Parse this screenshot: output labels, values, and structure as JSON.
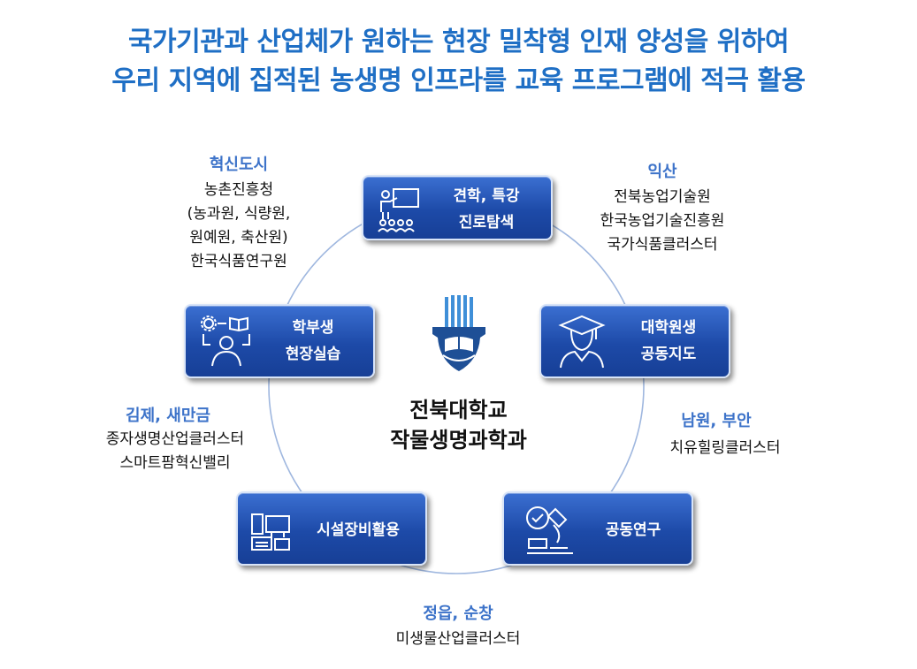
{
  "headline": {
    "line1": "국가기관과 산업체가 원하는 현장 밀착형 인재 양성을 위하여",
    "line2": "우리 지역에 집적된 농생명 인프라를 교육 프로그램에 적극 활용"
  },
  "center": {
    "line1": "전북대학교",
    "line2": "작물생명과학과"
  },
  "programs": {
    "gyeonhak": {
      "line1": "견학, 특강",
      "line2": "진로탐색"
    },
    "grad": {
      "line1": "대학원생",
      "line2": "공동지도"
    },
    "undergrad": {
      "line1": "학부생",
      "line2": "현장실습"
    },
    "equipment": {
      "line1": "시설장비활용"
    },
    "research": {
      "line1": "공동연구"
    }
  },
  "regions": {
    "hyeoksin": {
      "name": "혁신도시",
      "lines": [
        "농촌진흥청",
        "(농과원, 식량원,",
        "원예원, 축산원)",
        "한국식품연구원"
      ]
    },
    "iksan": {
      "name": "익산",
      "lines": [
        "전북농업기술원",
        "한국농업기술진흥원",
        "국가식품클러스터"
      ]
    },
    "gimje": {
      "name": "김제, 새만금",
      "lines": [
        "종자생명산업클러스터",
        "스마트팜혁신밸리"
      ]
    },
    "namwon": {
      "name": "남원, 부안",
      "lines": [
        "치유힐링클러스터"
      ]
    },
    "jeongeup": {
      "name": "정읍, 순창",
      "lines": [
        "미생물산업클러스터"
      ]
    }
  },
  "colors": {
    "headline": "#1f6fc5",
    "region": "#3d73c9",
    "box": "#1d4aa8",
    "ring": "#9fb7df"
  }
}
